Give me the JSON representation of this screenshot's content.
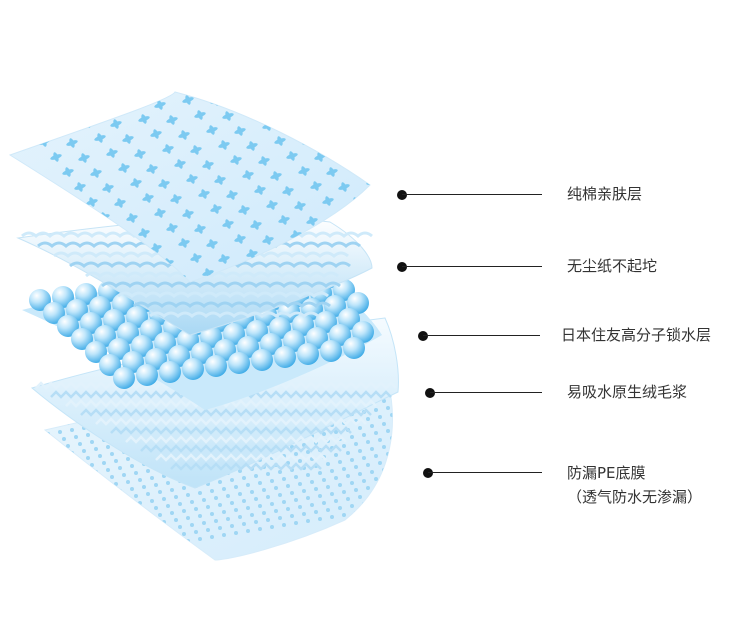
{
  "layers": [
    {
      "line1": "纯棉亲肤层",
      "line2": ""
    },
    {
      "line1": "无尘纸不起坨",
      "line2": ""
    },
    {
      "line1": "日本住友高分子锁水层",
      "line2": ""
    },
    {
      "line1": "易吸水原生绒毛浆",
      "line2": ""
    },
    {
      "line1": "防漏PE底膜",
      "line2": "（透气防水无渗漏）"
    }
  ],
  "colors": {
    "sheet_light": "#eaf5fd",
    "sheet_blue": "#bfe3f8",
    "bead_light": "#e6f6ff",
    "bead_dark": "#3aa9e6",
    "pattern_blue": "#6cc2ef",
    "text": "#333333",
    "leader": "#222222"
  }
}
